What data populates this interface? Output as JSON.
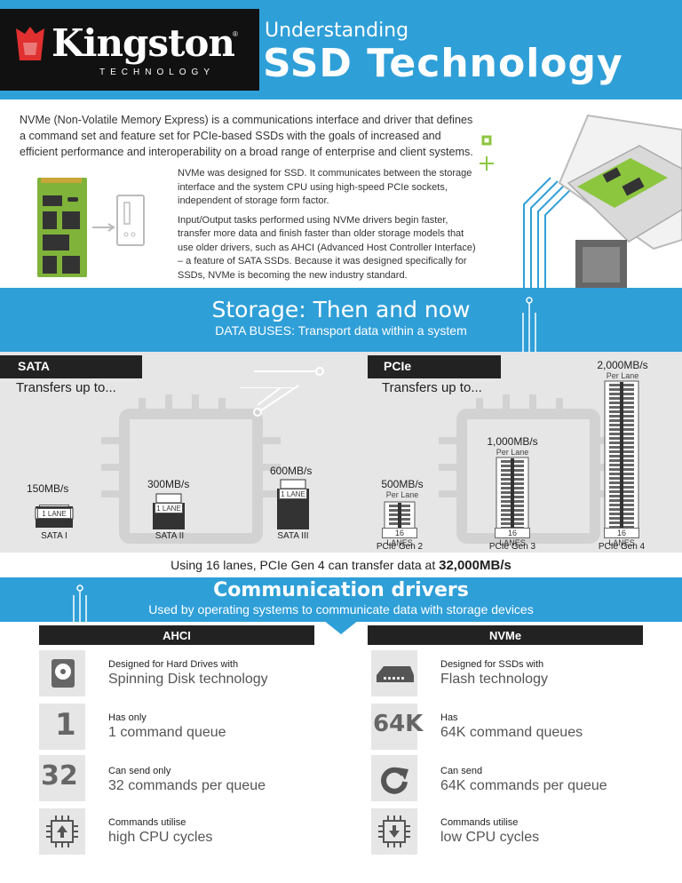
{
  "header": {
    "logo": "Kingston",
    "logo_sub": "TECHNOLOGY",
    "subtitle": "Understanding",
    "title": "SSD Technology"
  },
  "intro": {
    "p1": "NVMe (Non-Volatile Memory Express) is a communications interface and driver that defines a command set and feature set for PCIe-based SSDs with the goals of increased and efficient performance and interoperability on a broad range of enterprise and client systems.",
    "p2": "NVMe was designed for SSD. It communicates between the storage interface and the system CPU using high-speed PCIe sockets, independent of storage form factor.",
    "p3": "Input/Output tasks performed using NVMe drivers begin faster, transfer more data and finish faster than older storage models that use older drivers, such as AHCI (Advanced Host Controller Interface) – a feature of SATA SSDs. Because it was designed specifically for SSDs, NVMe is becoming the new industry standard."
  },
  "storage": {
    "title": "Storage: Then and now",
    "subtitle": "DATA BUSES: Transport data within a system",
    "sata": {
      "tab": "SATA",
      "transfers": "Transfers up to...",
      "buses": [
        {
          "speed": "150MB/s",
          "lane": "1 LANE",
          "label": "SATA I"
        },
        {
          "speed": "300MB/s",
          "lane": "1 LANE",
          "label": "SATA II"
        },
        {
          "speed": "600MB/s",
          "lane": "1 LANE",
          "label": "SATA III"
        }
      ]
    },
    "pcie": {
      "tab": "PCIe",
      "transfers": "Transfers up to...",
      "buses": [
        {
          "speed": "500MB/s",
          "per_lane": "Per Lane",
          "lanes": "16 LANES",
          "label": "PCIe Gen 2"
        },
        {
          "speed": "1,000MB/s",
          "per_lane": "Per Lane",
          "lanes": "16 LANES",
          "label": "PCIe Gen 3"
        },
        {
          "speed": "2,000MB/s",
          "per_lane": "Per Lane",
          "lanes": "16 LANES",
          "label": "PCIe Gen 4"
        }
      ]
    },
    "footnote_text": "Using 16 lanes, PCIe Gen 4 can transfer data at ",
    "footnote_value": "32,000MB/s"
  },
  "drivers": {
    "title": "Communication drivers",
    "subtitle": "Used by operating systems to communicate data with storage devices",
    "ahci": {
      "heading": "AHCI",
      "rows": [
        {
          "icon": "hard-drive-icon",
          "small": "Designed for Hard Drives with",
          "big": "Spinning Disk technology"
        },
        {
          "icon": "number-one-icon",
          "badge": "1",
          "small": "Has only",
          "big": "1 command queue"
        },
        {
          "icon": "number-32-icon",
          "badge": "32",
          "small": "Can send only",
          "big": "32 commands per queue"
        },
        {
          "icon": "cpu-up-icon",
          "small": "Commands utilise",
          "big": "high CPU cycles"
        }
      ]
    },
    "nvme": {
      "heading": "NVMe",
      "rows": [
        {
          "icon": "ssd-icon",
          "small": "Designed for SSDs with",
          "big": "Flash technology"
        },
        {
          "icon": "number-64k-icon",
          "badge": "64K",
          "small": "Has",
          "big": "64K command queues"
        },
        {
          "icon": "refresh-icon",
          "small": "Can send",
          "big": "64K commands per queue"
        },
        {
          "icon": "cpu-down-icon",
          "small": "Commands utilise",
          "big": "low CPU cycles"
        }
      ]
    }
  },
  "colors": {
    "accent": "#2f9fd8",
    "dark": "#222222",
    "panel": "#e6e6e6",
    "chip": "#4a7a2e"
  }
}
